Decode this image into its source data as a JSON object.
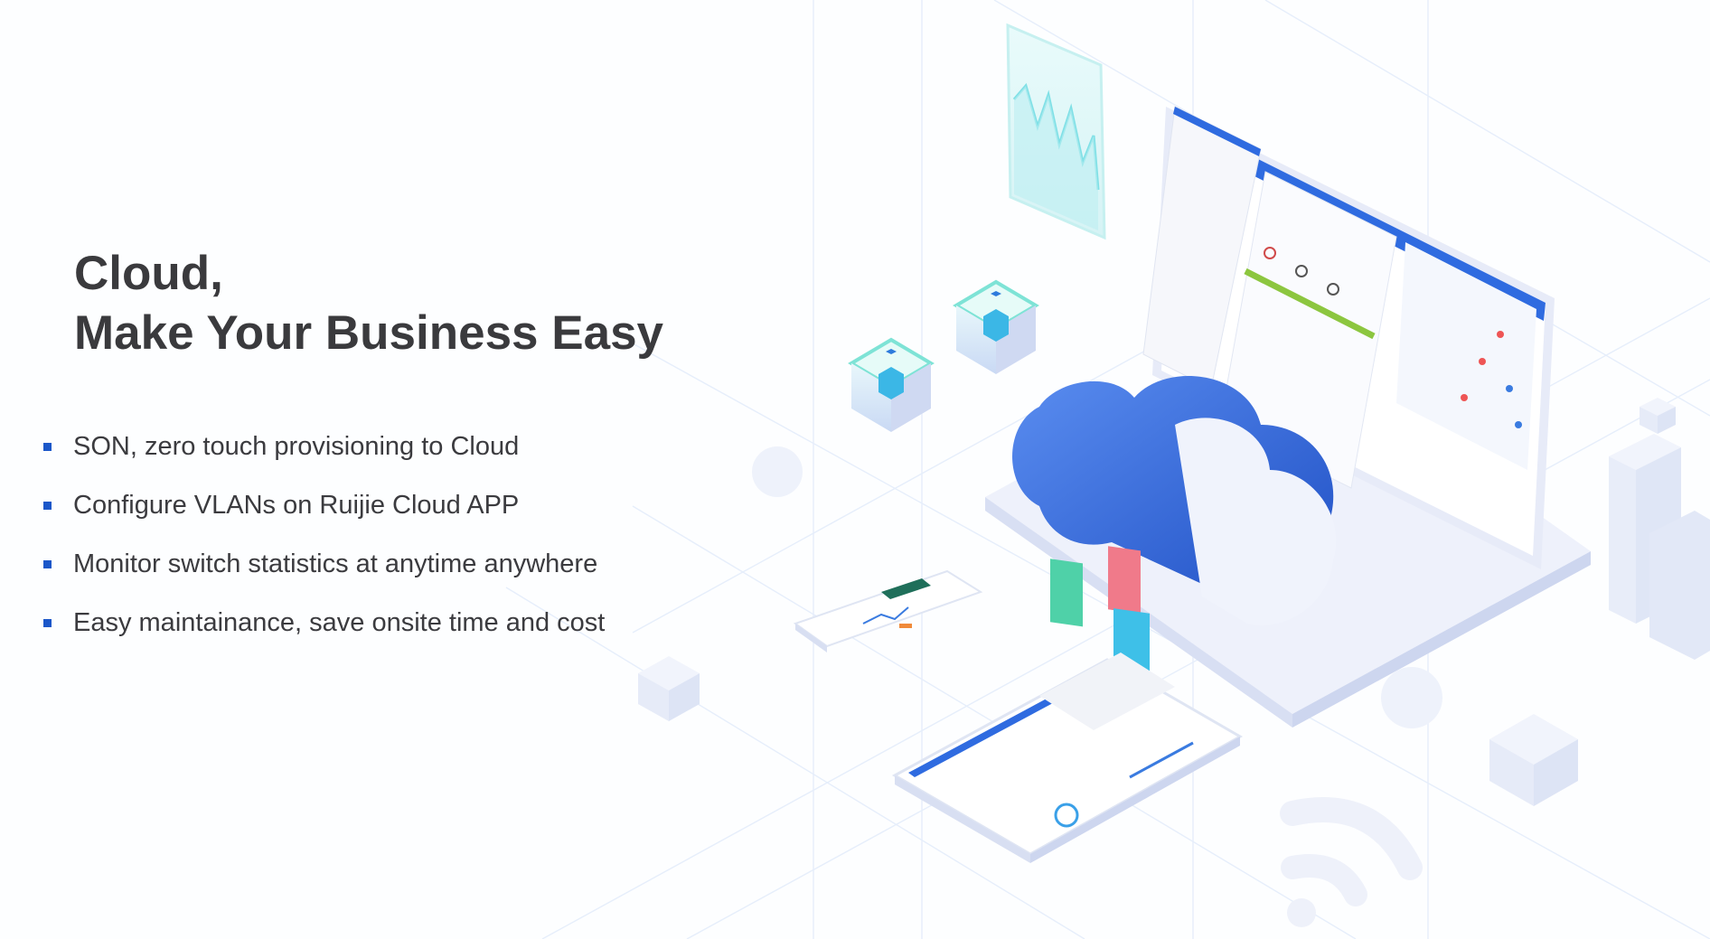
{
  "headline": {
    "line1": "Cloud,",
    "line2": "Make Your Business Easy"
  },
  "features": [
    "SON, zero touch provisioning to Cloud",
    "Configure VLANs on Ruijie Cloud APP",
    "Monitor switch statistics at anytime anywhere",
    "Easy maintainance, save onsite time and cost"
  ],
  "colors": {
    "bullet": "#1b57c9",
    "heading": "#3a3a3d",
    "accent_blue": "#2f6be0",
    "cloud_blue": "#3f7ae6"
  },
  "icons": [
    "laptop-icon",
    "cloud-icon",
    "server-cube-icon",
    "chart-panel-icon",
    "tablet-icon",
    "phone-icon",
    "wifi-icon",
    "building-icon"
  ]
}
